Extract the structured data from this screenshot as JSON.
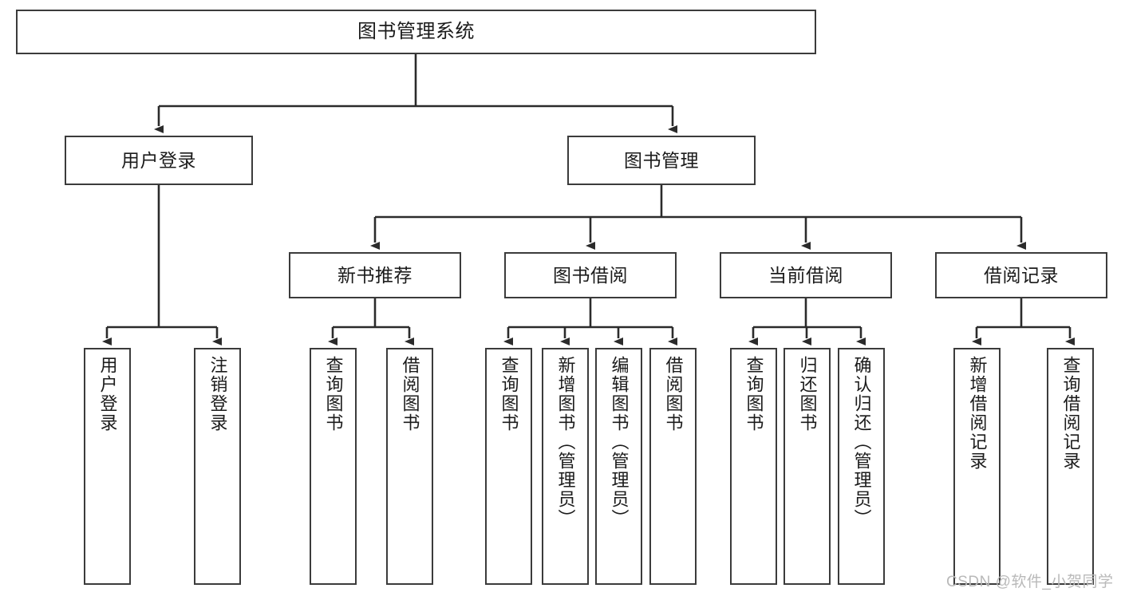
{
  "diagram": {
    "title": "图书管理系统",
    "type": "功能结构图",
    "style": {
      "box_border_color": "#3b3b3b",
      "box_fill": "#ffffff",
      "connector_color": "#2b2b2b",
      "background": "#ffffff",
      "watermark_color": "#b9b9b9"
    },
    "levels": [
      {
        "level": 1,
        "nodes": [
          {
            "id": "root",
            "label": "图书管理系统",
            "orientation": "horizontal"
          }
        ]
      },
      {
        "level": 2,
        "nodes": [
          {
            "id": "user-login",
            "label": "用户登录",
            "orientation": "horizontal",
            "parent": "root"
          },
          {
            "id": "book-manage",
            "label": "图书管理",
            "orientation": "horizontal",
            "parent": "root"
          }
        ]
      },
      {
        "level": 3,
        "nodes": [
          {
            "id": "new-book-rec",
            "label": "新书推荐",
            "orientation": "horizontal",
            "parent": "book-manage"
          },
          {
            "id": "book-borrow",
            "label": "图书借阅",
            "orientation": "horizontal",
            "parent": "book-manage"
          },
          {
            "id": "current-borrow",
            "label": "当前借阅",
            "orientation": "horizontal",
            "parent": "book-manage"
          },
          {
            "id": "borrow-record",
            "label": "借阅记录",
            "orientation": "horizontal",
            "parent": "book-manage"
          }
        ]
      },
      {
        "level": 4,
        "nodes": [
          {
            "id": "leaf-user-login",
            "label": "用户登录",
            "orientation": "vertical",
            "parent": "user-login"
          },
          {
            "id": "leaf-logout",
            "label": "注销登录",
            "orientation": "vertical",
            "parent": "user-login"
          },
          {
            "id": "leaf-query-book-1",
            "label": "查询图书",
            "orientation": "vertical",
            "parent": "new-book-rec"
          },
          {
            "id": "leaf-borrow-book-1",
            "label": "借阅图书",
            "orientation": "vertical",
            "parent": "new-book-rec"
          },
          {
            "id": "leaf-query-book-2",
            "label": "查询图书",
            "orientation": "vertical",
            "parent": "book-borrow"
          },
          {
            "id": "leaf-add-book",
            "label": "新增图书（管理员）",
            "orientation": "vertical",
            "parent": "book-borrow"
          },
          {
            "id": "leaf-edit-book",
            "label": "编辑图书（管理员）",
            "orientation": "vertical",
            "parent": "book-borrow"
          },
          {
            "id": "leaf-borrow-book-2",
            "label": "借阅图书",
            "orientation": "vertical",
            "parent": "book-borrow"
          },
          {
            "id": "leaf-query-book-3",
            "label": "查询图书",
            "orientation": "vertical",
            "parent": "current-borrow"
          },
          {
            "id": "leaf-return-book",
            "label": "归还图书",
            "orientation": "vertical",
            "parent": "current-borrow"
          },
          {
            "id": "leaf-confirm-return",
            "label": "确认归还（管理员）",
            "orientation": "vertical",
            "parent": "current-borrow"
          },
          {
            "id": "leaf-add-record",
            "label": "新增借阅记录",
            "orientation": "vertical",
            "parent": "borrow-record"
          },
          {
            "id": "leaf-query-record",
            "label": "查询借阅记录",
            "orientation": "vertical",
            "parent": "borrow-record"
          }
        ]
      }
    ]
  },
  "watermark": {
    "text": "CSDN @软件_小贺同学"
  }
}
